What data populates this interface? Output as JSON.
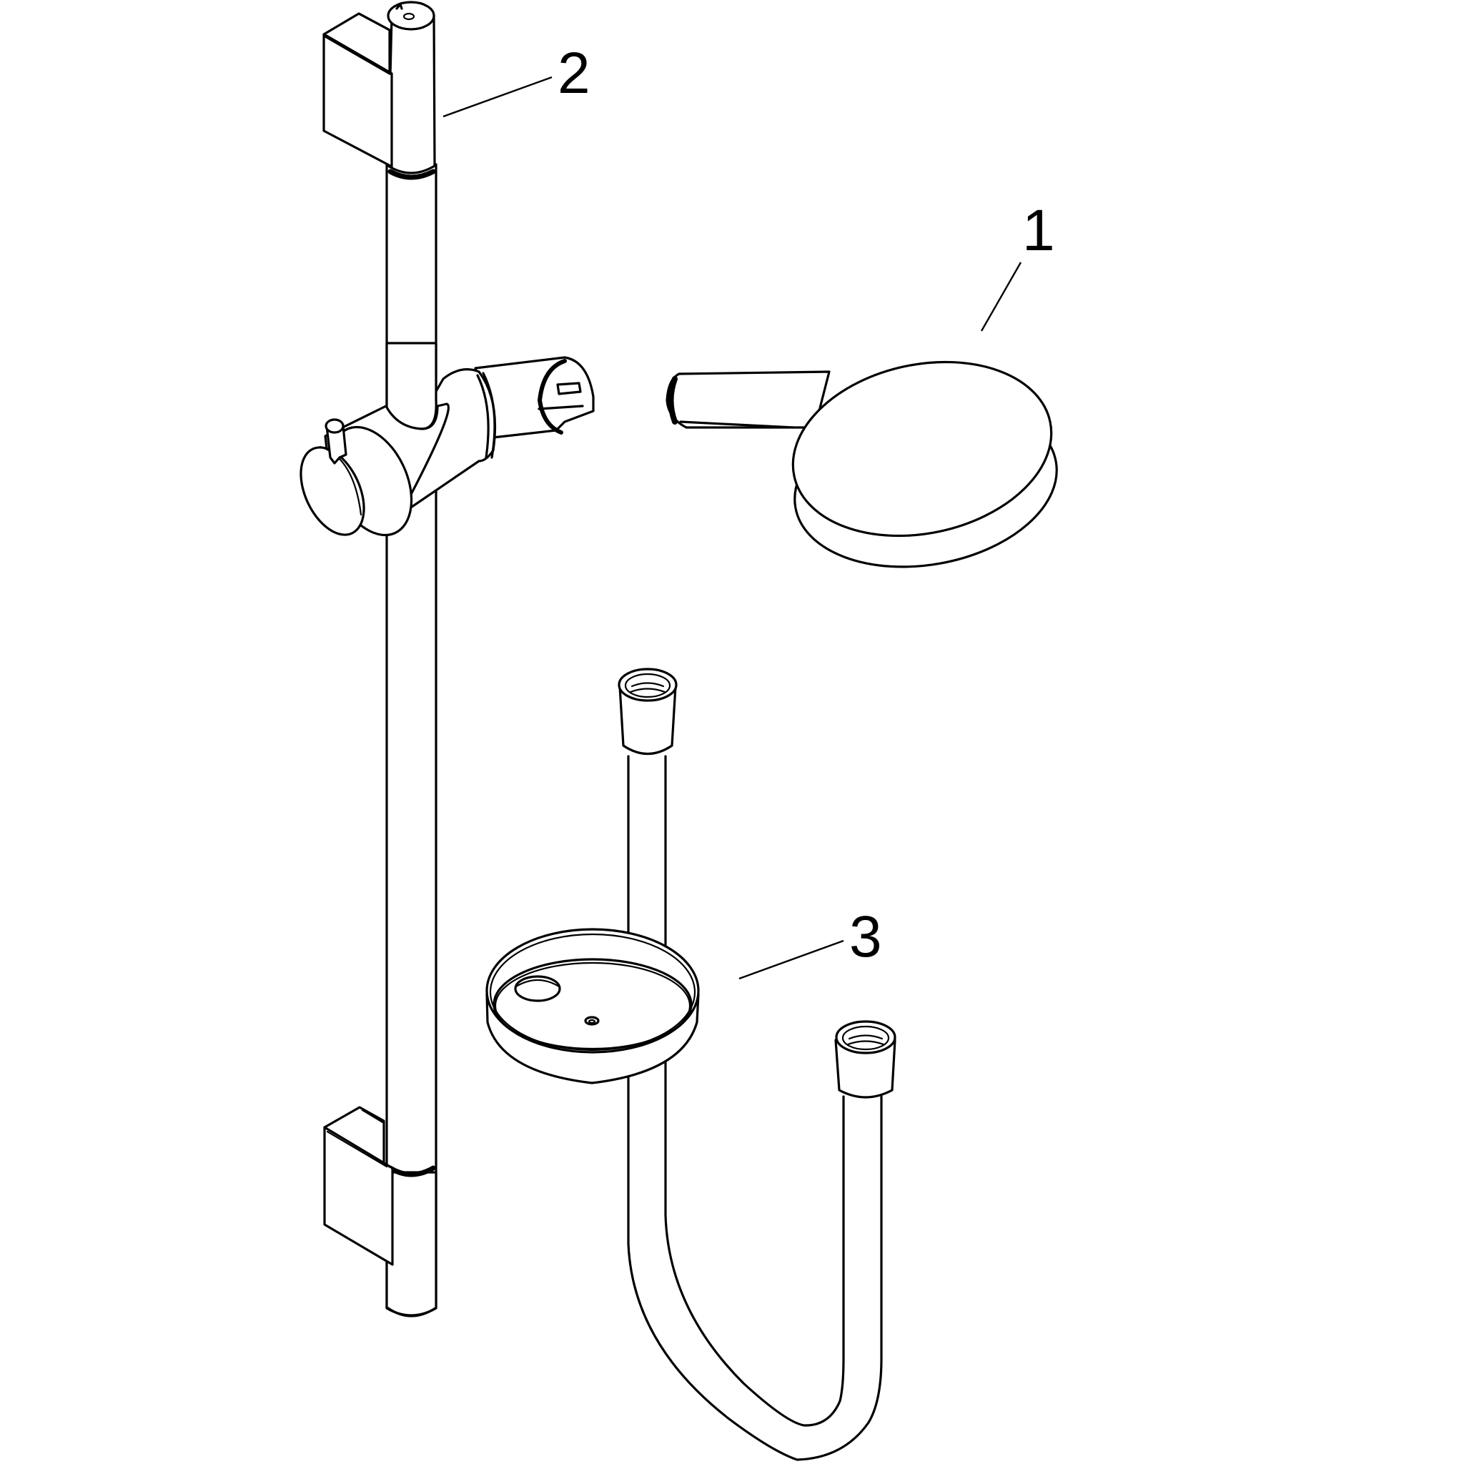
{
  "diagram": {
    "type": "exploded parts drawing",
    "subject": "shower set",
    "background": "#ffffff",
    "line_color": "#000000"
  },
  "parts": [
    {
      "number": "1",
      "name": "hand shower"
    },
    {
      "number": "2",
      "name": "wall bar with slider and holder"
    },
    {
      "number": "3",
      "name": "shower hose with soap dish"
    }
  ],
  "callouts": {
    "one": "1",
    "two": "2",
    "three": "3"
  }
}
